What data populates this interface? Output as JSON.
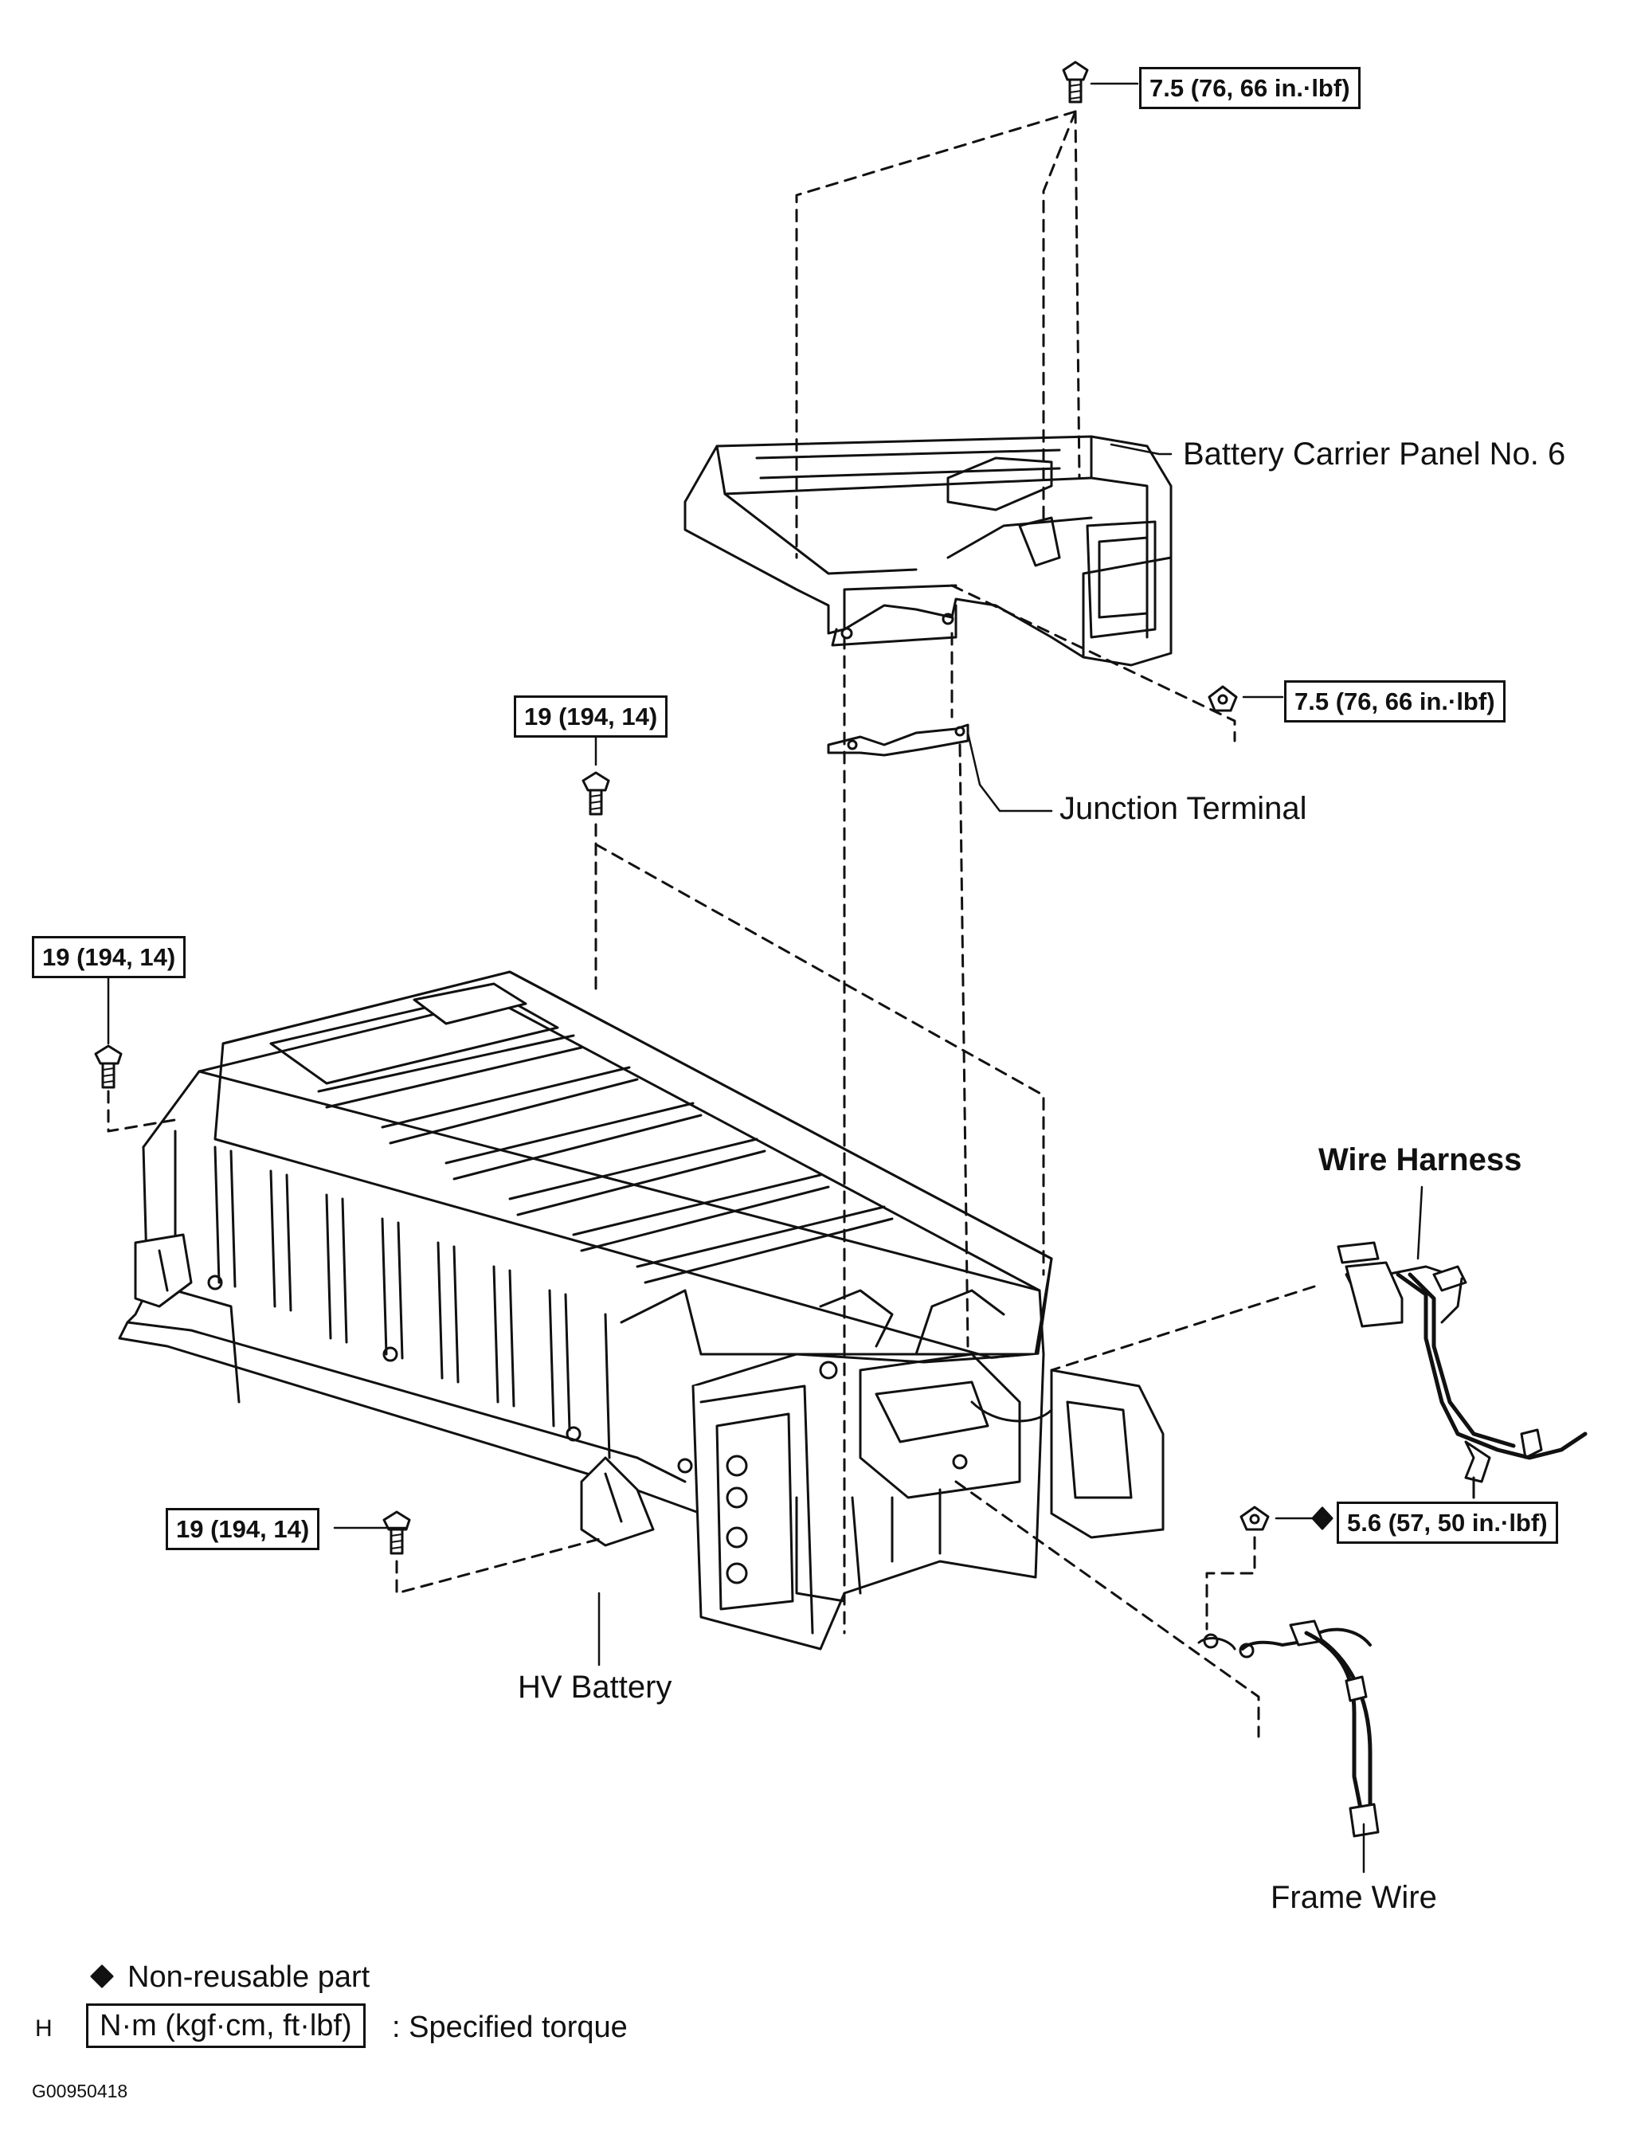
{
  "torque": {
    "top_bolt": "7.5 (76, 66 in.·lbf)",
    "panel_nut": "7.5 (76, 66 in.·lbf)",
    "bolt_mid": "19 (194, 14)",
    "bolt_left": "19 (194, 14)",
    "bolt_lower": "19 (194, 14)",
    "frame_nut": "5.6 (57, 50 in.·lbf)"
  },
  "parts": {
    "carrier_panel": "Battery Carrier Panel No. 6",
    "junction_terminal": "Junction Terminal",
    "wire_harness": "Wire Harness",
    "hv_battery": "HV Battery",
    "frame_wire": "Frame Wire"
  },
  "legend": {
    "nonreusable_symbol": "◆",
    "nonreusable_text": "Non-reusable part",
    "torque_prefix": "H",
    "torque_units": "N·m (kgf·cm, ft·lbf)",
    "torque_text": ": Specified torque"
  },
  "figure_id": "G00950418"
}
